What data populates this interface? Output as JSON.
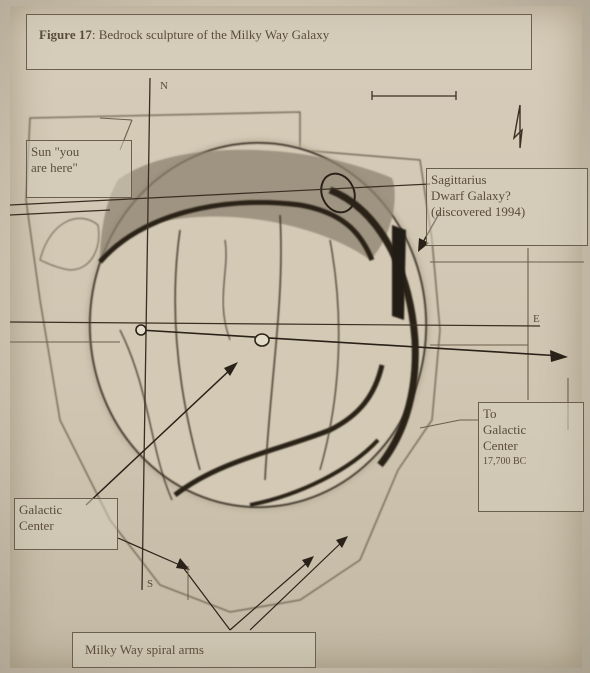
{
  "figure": {
    "number": "Figure 17",
    "title": ": Bedrock sculpture of the Milky Way Galaxy"
  },
  "labels": {
    "sun_line1": "Sun \"you",
    "sun_line2": "are here\"",
    "sag_line1": "Sagittarius",
    "sag_line2": "Dwarf Galaxy?",
    "sag_line3": "(discovered 1994)",
    "to_line1": "To",
    "to_line2": "Galactic",
    "to_line3": "Center",
    "to_line4": "17,700 BC",
    "gc_line1": "Galactic",
    "gc_line2": "Center",
    "arms": "Milky Way spiral arms"
  },
  "compass": {
    "north": "N",
    "south": "S",
    "east": "E"
  },
  "colors": {
    "ink": "#3a2f22",
    "faint_ink": "#6b5f4c",
    "paper": "#d6ccb9"
  }
}
